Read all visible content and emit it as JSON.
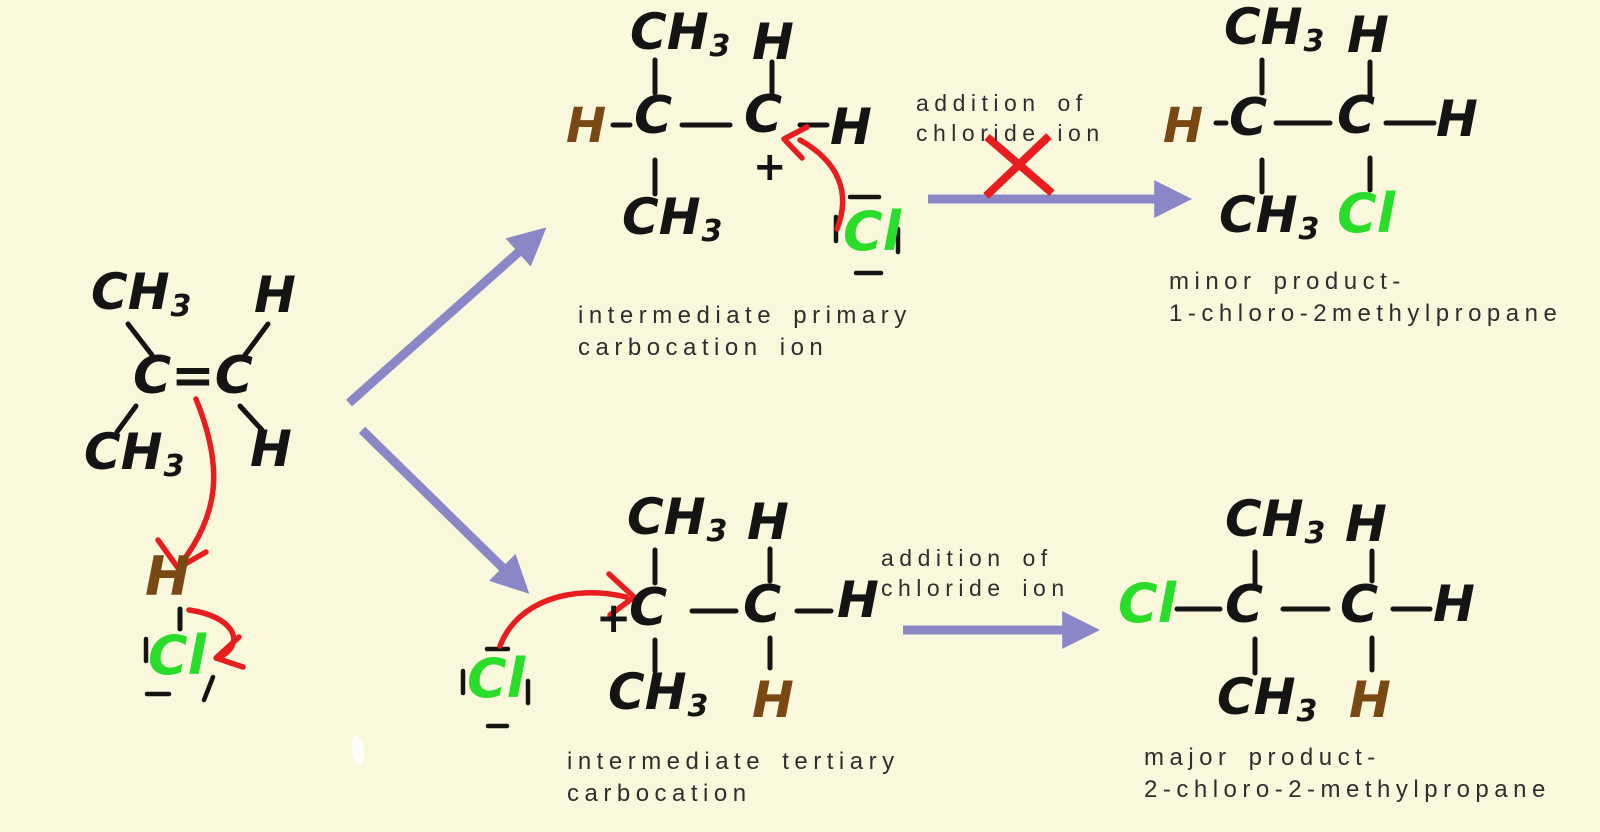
{
  "colors": {
    "background": "#faf8dc",
    "ink": "#141414",
    "brown": "#7a4913",
    "green": "#2bdd2b",
    "red": "#e81d1d",
    "purple": "#8a87c6",
    "label_ink": "#2e2e2e"
  },
  "symbols": {
    "methyl": "CH",
    "methyl_sub": "3",
    "carbon": "C",
    "double_bond": "C=C",
    "hydrogen": "H",
    "chlorine": "Cl",
    "plus": "+"
  },
  "labels": {
    "reaction_top": {
      "line1": "addition of",
      "line2": "chloride ion"
    },
    "reaction_bottom": {
      "line1": "addition of",
      "line2": "chloride ion"
    },
    "intermediate_primary": {
      "line1": "intermediate primary",
      "line2": "carbocation ion"
    },
    "intermediate_tertiary": {
      "line1": "intermediate tertiary",
      "line2": "carbocation"
    },
    "minor_product": {
      "line1": "minor product-",
      "line2": "1-chloro-2methylpropane"
    },
    "major_product": {
      "line1": "major product-",
      "line2": "2-chloro-2-methylpropane"
    }
  }
}
